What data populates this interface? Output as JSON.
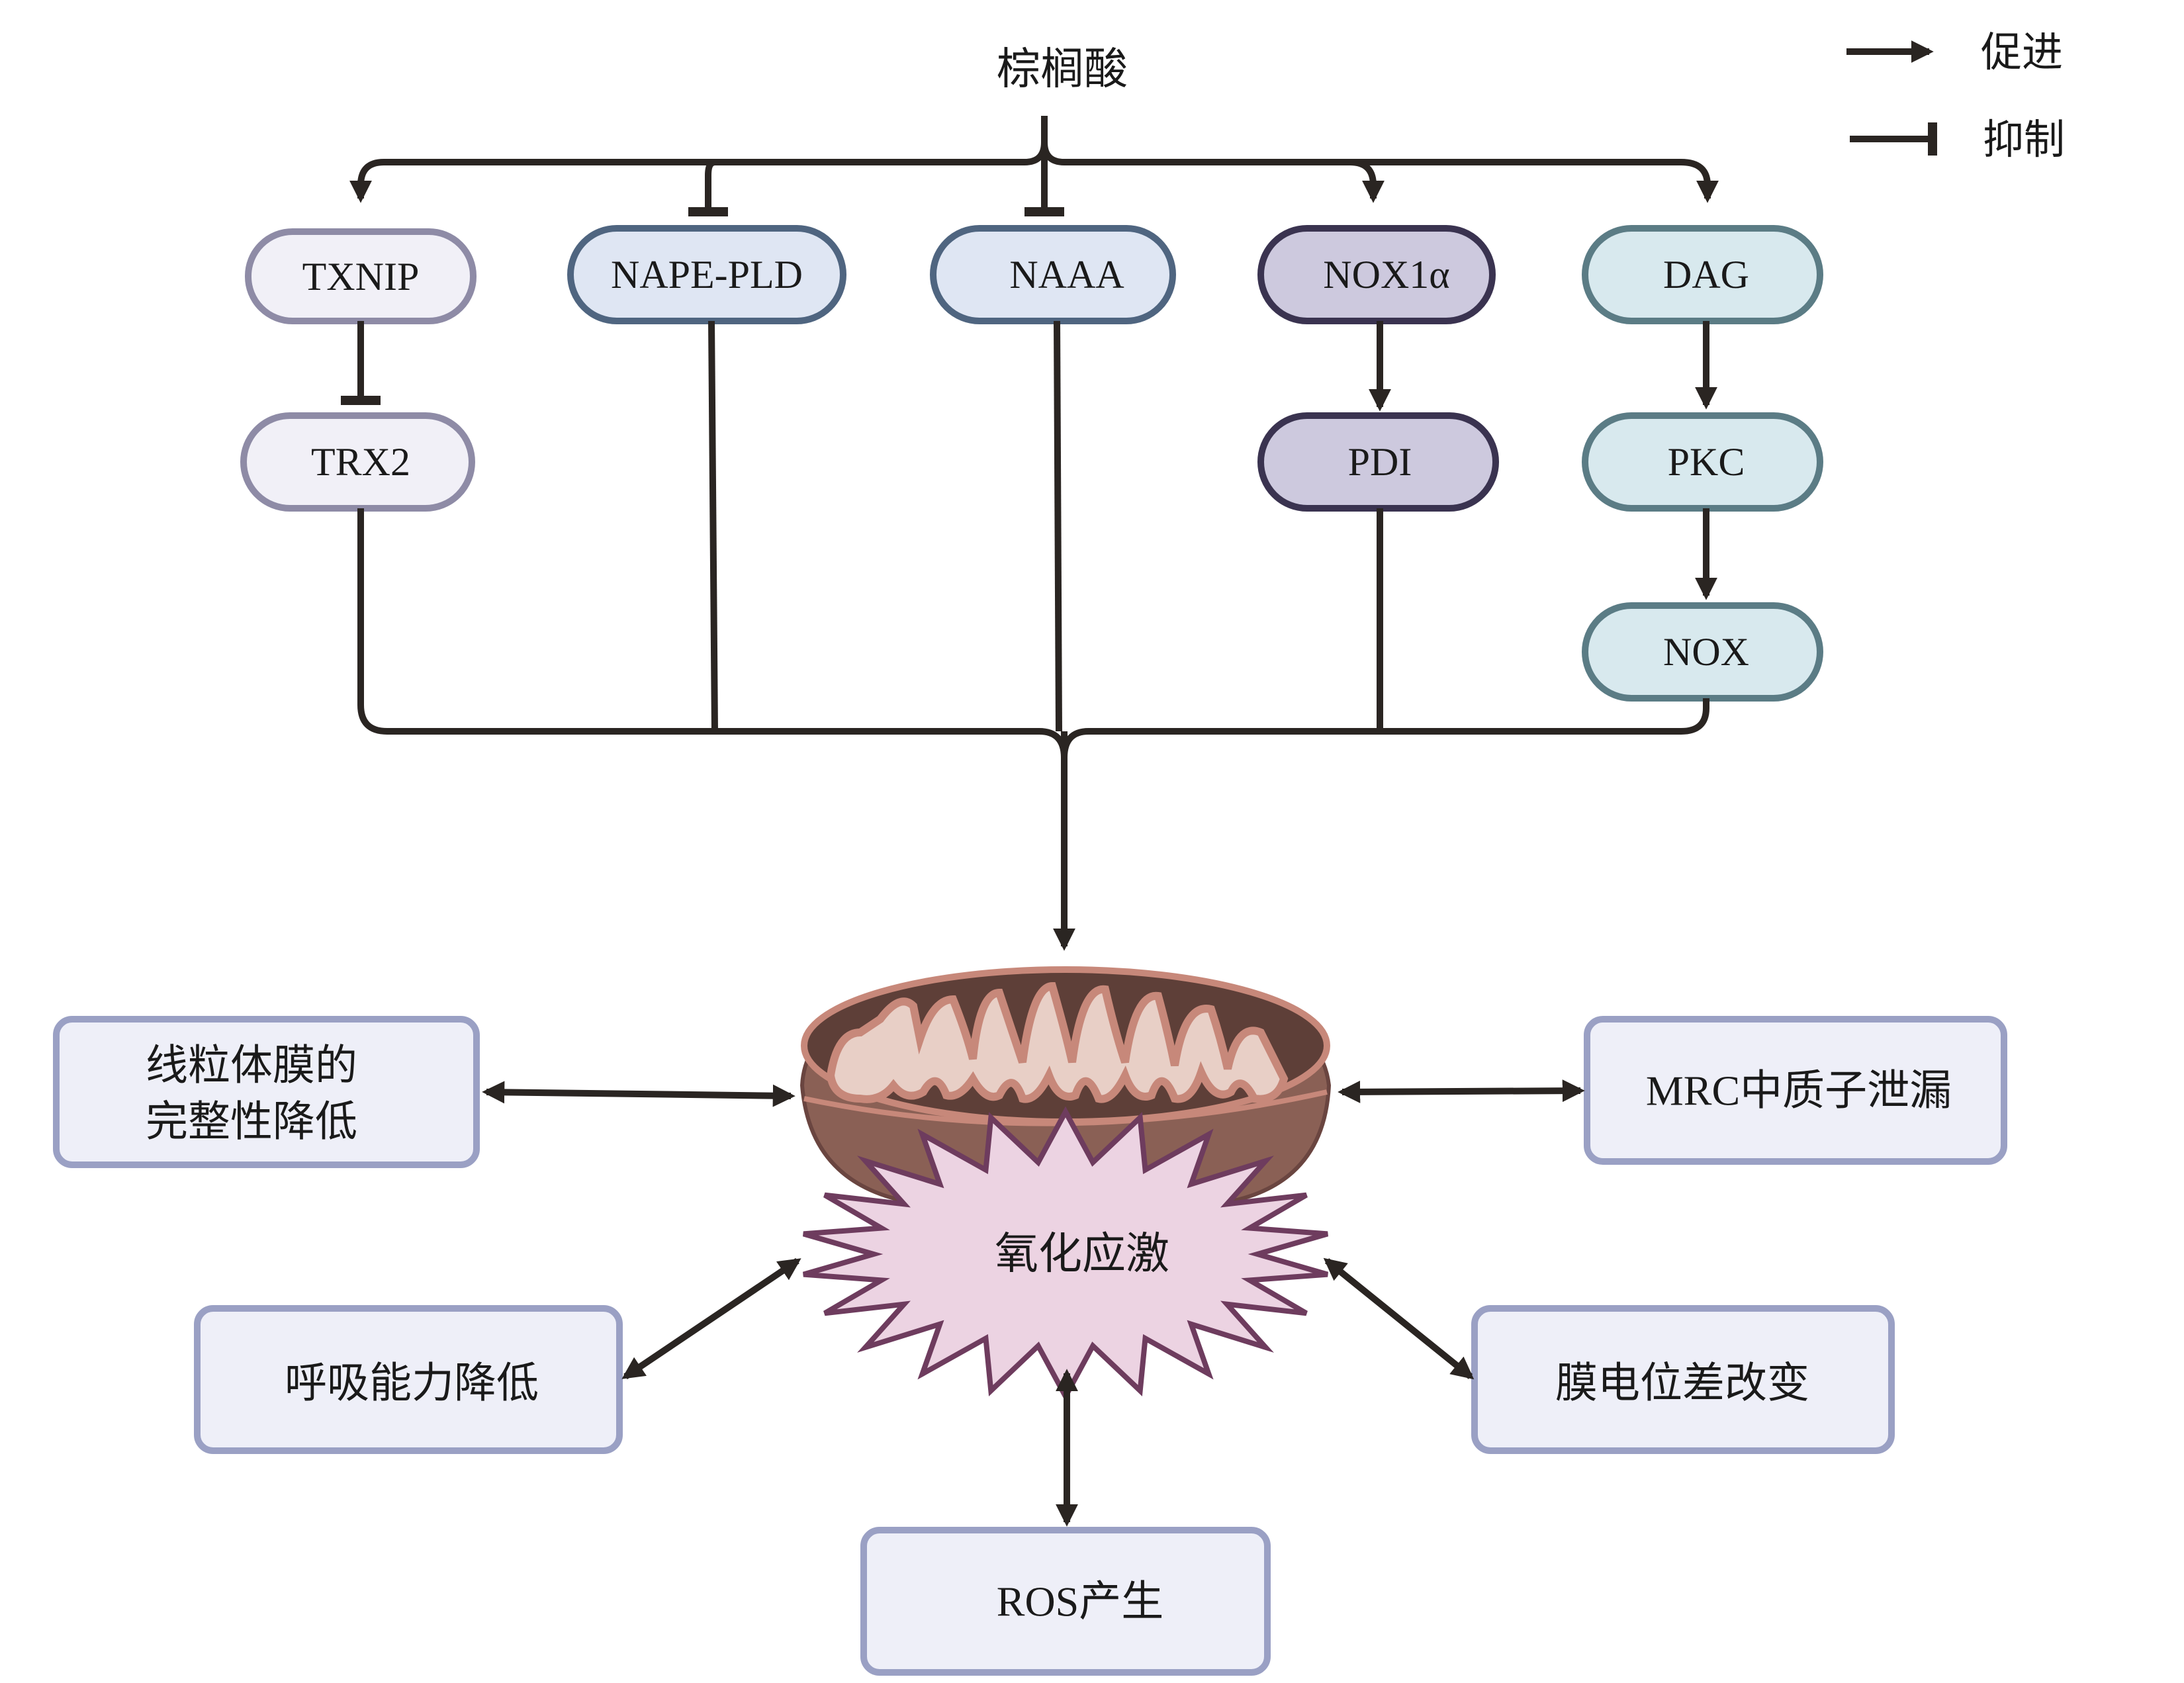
{
  "source": "棕榈酸",
  "legend": [
    {
      "type": "promote",
      "label": "促进"
    },
    {
      "type": "inhibit",
      "label": "抑制"
    }
  ],
  "pathways": [
    {
      "id": "txnip",
      "nodes": [
        "TXNIP",
        "TRX2"
      ],
      "entry": "promote",
      "internal": [
        "inhibit"
      ]
    },
    {
      "id": "nape",
      "nodes": [
        "NAPE-PLD"
      ],
      "entry": "inhibit",
      "internal": []
    },
    {
      "id": "naaa",
      "nodes": [
        "NAAA"
      ],
      "entry": "inhibit",
      "internal": []
    },
    {
      "id": "nox1a",
      "nodes": [
        "NOX1α",
        "PDI"
      ],
      "entry": "promote",
      "internal": [
        "promote"
      ]
    },
    {
      "id": "dag",
      "nodes": [
        "DAG",
        "PKC",
        "NOX"
      ],
      "entry": "promote",
      "internal": [
        "promote",
        "promote"
      ]
    }
  ],
  "center": {
    "organelle": "mitochondrion",
    "label": "氧化应激"
  },
  "effects": [
    {
      "id": "membrane-integrity",
      "lines": [
        "线粒体膜的",
        "完整性降低"
      ]
    },
    {
      "id": "proton-leak",
      "lines": [
        "MRC中质子泄漏"
      ]
    },
    {
      "id": "respiration",
      "lines": [
        "呼吸能力降低"
      ]
    },
    {
      "id": "membrane-potential",
      "lines": [
        "膜电位差改变"
      ]
    },
    {
      "id": "ros",
      "lines": [
        "ROS产生"
      ]
    }
  ],
  "colors": {
    "edge": "#2a2522",
    "txnip_fill": "#f1f0f7",
    "txnip_stroke": "#8e8ba6",
    "nape_fill": "#dfe6f3",
    "nape_stroke": "#4f6580",
    "nox1a_fill": "#cdc9de",
    "nox1a_stroke": "#3a3350",
    "dag_fill": "#d8e9ee",
    "dag_stroke": "#5b7c85",
    "box_fill": "#eeeff8",
    "box_stroke": "#9aa0c4",
    "star_fill": "#ecd3e2",
    "star_stroke": "#6e3c5e",
    "mito_outer": "#8a6055",
    "mito_dark": "#5e3f38",
    "mito_membrane": "#c7887a",
    "mito_inner": "#e8cfc6"
  }
}
